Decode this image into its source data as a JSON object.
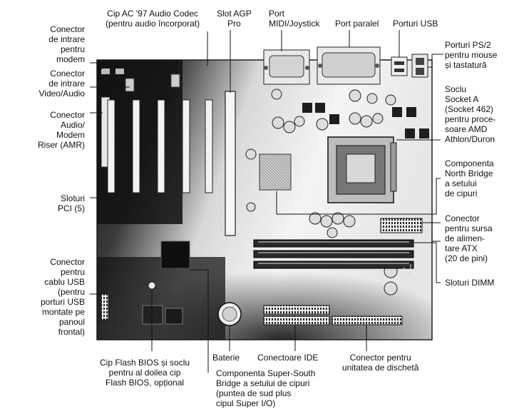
{
  "labels": {
    "ac97": "Cip AC '97 Audio Codec\n(pentru audio încorporat)",
    "agp": "Slot AGP\nPro",
    "midi": "Port\nMIDI/Joystick",
    "parallel": "Port paralel",
    "usb": "Porturi USB",
    "modem": "Conector\nde intrare\npentru\nmodem",
    "video": "Conector\nde intrare\nVideo/Audio",
    "amr": "Conector\nAudio/\nModem\nRiser (AMR)",
    "pci": "Sloturi\nPCI (5)",
    "usb_header": "Conector\npentru\ncablu USB\n(pentru\nporturi USB\nmontate pe\npanoul\nfrontal)",
    "ps2": "Porturi PS/2\npentru mouse\nși tastatură",
    "socket": "Soclu\nSocket A\n(Socket 462)\npentru proce-\nsoare AMD\nAthlon/Duron",
    "northbridge": "Componenta\nNorth Bridge\na setului\nde cipuri",
    "atx": "Conector\npentru sursa\nde alimen-\ntare ATX\n(20 de pini)",
    "dimm": "Sloturi DIMM",
    "bios": "Cip Flash BIOS și soclu\npentru al doilea cip\nFlash BIOS, opțional",
    "battery": "Baterie",
    "ide": "Conectoare IDE",
    "floppy": "Conector pentru\nunitatea de dischetă",
    "southbridge": "Componenta Super-South\nBridge a setului de cipuri\n(puntea de sud plus\ncipul Super I/O)"
  }
}
